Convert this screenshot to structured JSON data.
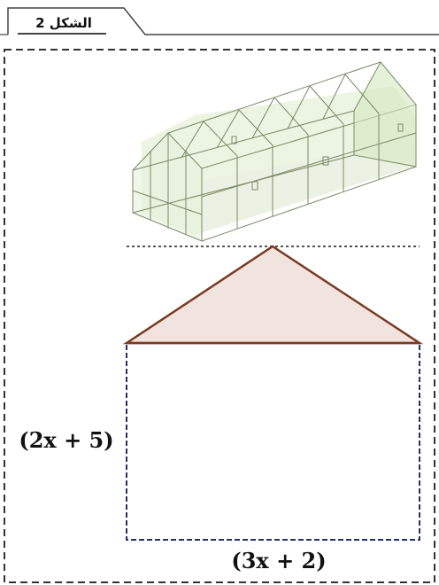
{
  "figure": {
    "tab_label": "الشكل 2"
  },
  "labels": {
    "height": "(2x + 5)",
    "width": "(3x + 2)"
  },
  "colors": {
    "frame": "#333333",
    "roof_fill": "#f1e4de",
    "roof_stroke": "#7a3a22",
    "rect_stroke": "#223366",
    "greenhouse_line": "#7a8a66",
    "greenhouse_fill": "#dfeccc"
  }
}
